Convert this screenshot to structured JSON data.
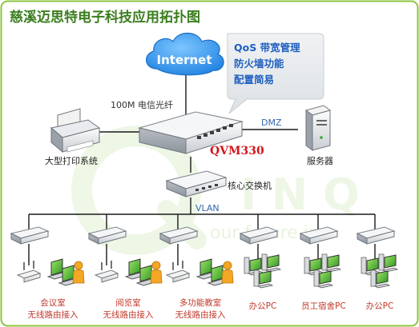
{
  "title": "慈溪迈思特电子科技应用拓扑图",
  "internet_label": "Internet",
  "callout": {
    "line1": "QoS 带宽管理",
    "line2": "防火墙功能",
    "line3": "配置简易"
  },
  "link_label": "100M 电信光纤",
  "dmz_label": "DMZ",
  "router_model": "QVM330",
  "printer_label": "大型打印系统",
  "server_label": "服务器",
  "core_switch_label": "核心交换机",
  "vlan_label": "VLAN",
  "watermark_text": "our future is",
  "bottom_groups": [
    {
      "line1": "会议室",
      "line2": "无线路由接入"
    },
    {
      "line1": "阅览室",
      "line2": "无线路由接入"
    },
    {
      "line1": "多功能教室",
      "line2": "无线路由接入"
    },
    {
      "line1": "办公PC",
      "line2": ""
    },
    {
      "line1": "员工宿舍PC",
      "line2": ""
    },
    {
      "line1": "办公PC",
      "line2": ""
    }
  ],
  "colors": {
    "frame": "#8cc63f",
    "title": "#3a7d1e",
    "callout_bg": "#e6e9ec",
    "callout_text": "#1f5fbf",
    "router_model": "#d4141a",
    "label_blue": "#3366aa",
    "cloud": "#2e8fe8"
  }
}
